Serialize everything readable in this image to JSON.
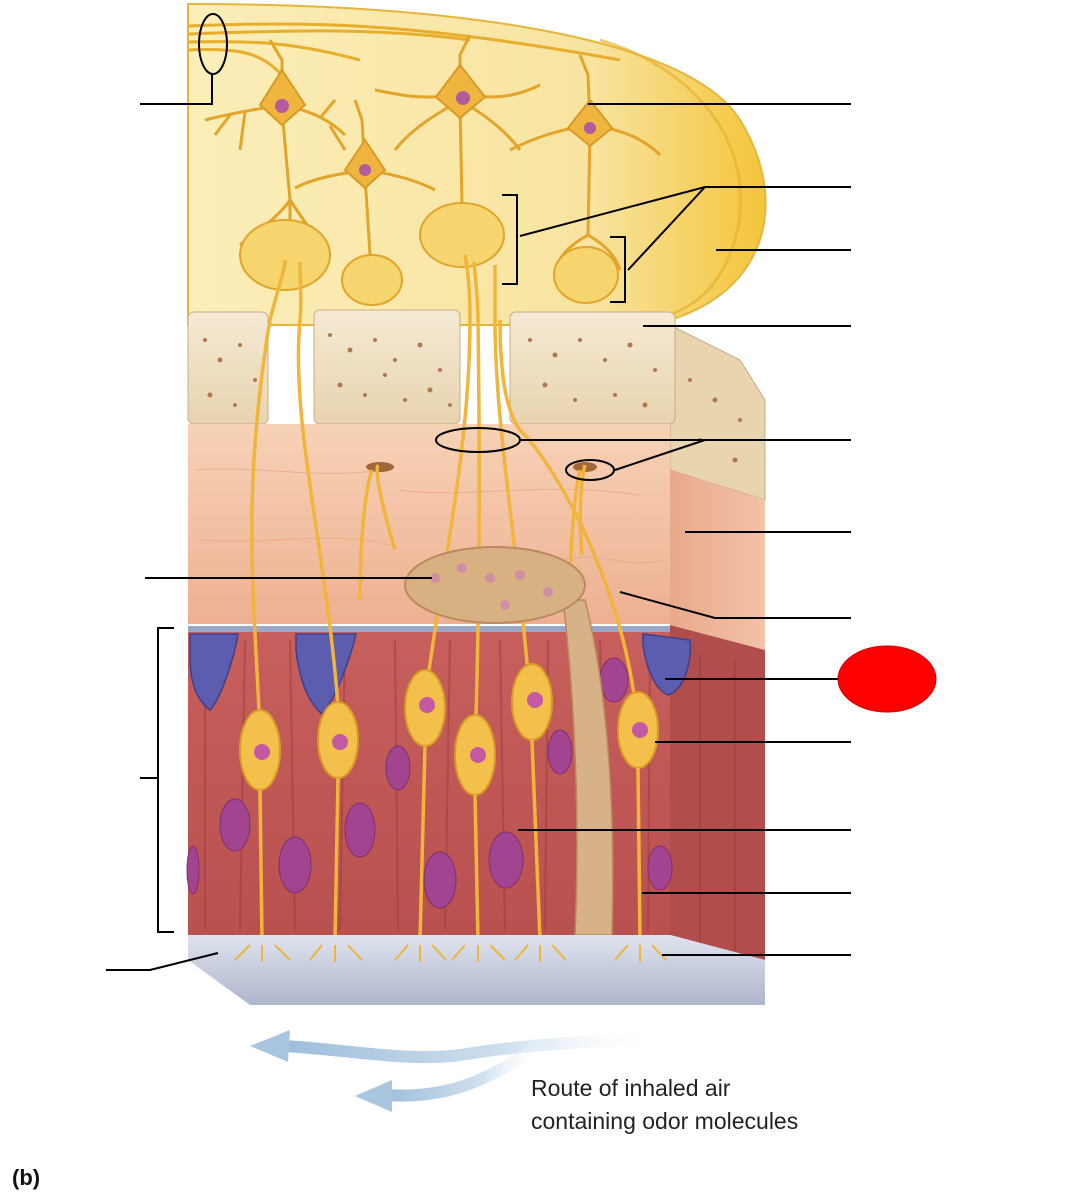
{
  "figure": {
    "caption_line1": "Route of inhaled air",
    "caption_line2": "containing odor molecules",
    "panel_label": "(b)"
  },
  "colors": {
    "bulb": "#f8e7a2",
    "bulb_edge": "#f2bf33",
    "neuron": "#f0b93a",
    "bone": "#f1e2c6",
    "bone_speckle": "#b0784f",
    "lamina_propria": "#f2c2a3",
    "epithelium": "#c8655f",
    "supporting_cell_nucleus": "#a6449a",
    "basal_cell": "#5e5fb0",
    "mucus": "#c9ccdc",
    "air_arrow": "#cfe0ee",
    "highlight_marker": "#ff0000",
    "leader_line": "#000000"
  },
  "labels": [],
  "markers": [
    {
      "name": "answer-highlight",
      "shape": "ellipse",
      "color": "#ff0000"
    }
  ]
}
